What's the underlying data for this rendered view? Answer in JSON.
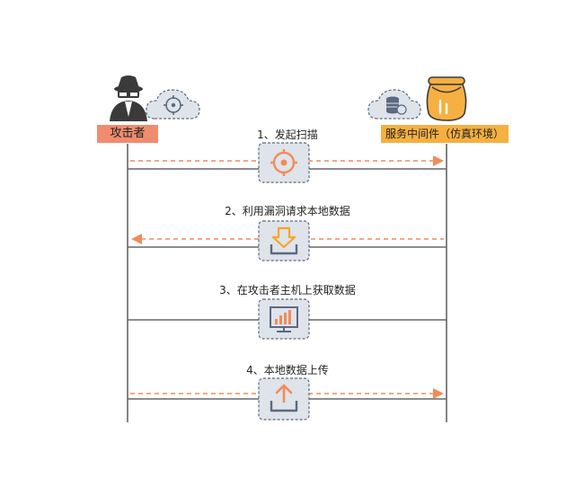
{
  "attacker": {
    "label": "攻击者",
    "label_bg": "#f08c6e"
  },
  "server": {
    "label": "服务中间件（仿真环境）",
    "label_bg": "#f5b041"
  },
  "steps": [
    {
      "label": "1、发起扫描",
      "direction": "to-server",
      "icon": "target-icon"
    },
    {
      "label": "2、利用漏洞请求本地数据",
      "direction": "to-attacker",
      "icon": "download-icon"
    },
    {
      "label": "3、在攻击者主机上获取数据",
      "direction": "none",
      "icon": "chart-monitor-icon"
    },
    {
      "label": "4、本地数据上传",
      "direction": "to-server",
      "icon": "upload-icon"
    }
  ],
  "colors": {
    "accent": "#f08c5a",
    "line": "#666666",
    "icon_box": "#dfe3ea",
    "icon_stroke": "#5a6a80"
  }
}
